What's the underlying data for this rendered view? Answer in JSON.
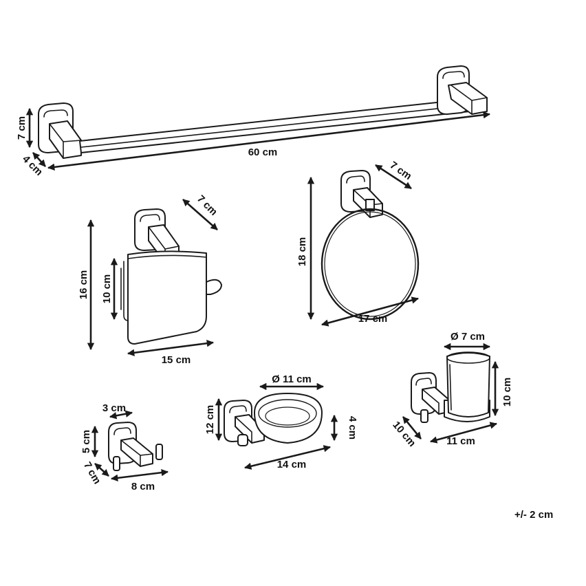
{
  "tolerance": "+/- 2 cm",
  "towel_bar": {
    "height": "7 cm",
    "depth": "4 cm",
    "length": "60 cm"
  },
  "paper_holder": {
    "depth": "7 cm",
    "height": "16 cm",
    "inner_height": "10 cm",
    "width": "15 cm"
  },
  "towel_ring": {
    "depth": "7 cm",
    "height": "18 cm",
    "width": "17 cm"
  },
  "hook": {
    "width_top": "3 cm",
    "height": "5 cm",
    "depth": "7 cm",
    "width": "8 cm"
  },
  "soap_dish": {
    "diameter": "Ø 11 cm",
    "height": "12 cm",
    "dish_height": "4 cm",
    "width": "14 cm"
  },
  "tumbler": {
    "diameter": "Ø 7 cm",
    "height": "10 cm",
    "depth": "10 cm",
    "width": "11 cm"
  },
  "colors": {
    "line": "#1a1a1a",
    "background": "#ffffff"
  }
}
